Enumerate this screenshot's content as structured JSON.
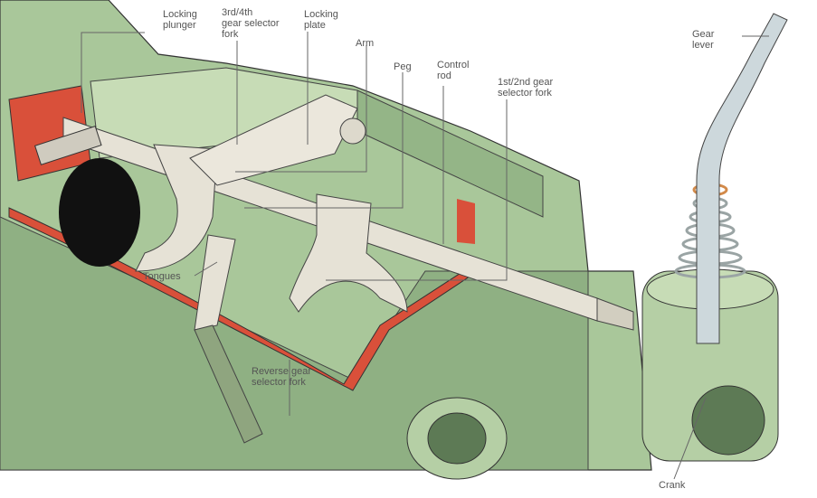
{
  "title": "Gearbox selector mechanism",
  "labels": {
    "locking_plunger": "Locking\nplunger",
    "fork_34": "3rd/4th\ngear selector\nfork",
    "locking_plate": "Locking\nplate",
    "arm": "Arm",
    "peg": "Peg",
    "control_rod": "Control\nrod",
    "fork_12": "1st/2nd gear\nselector fork",
    "gear_lever": "Gear\nlever",
    "tongues": "Tongues",
    "reverse_fork": "Reverse gear\nselector fork",
    "crank": "Crank"
  },
  "colors": {
    "casing": "#a9c79a",
    "casing_dark": "#7f9f72",
    "gasket": "#d9503a",
    "metal": "#e6e2d6",
    "spring": "#cfd6d6"
  }
}
